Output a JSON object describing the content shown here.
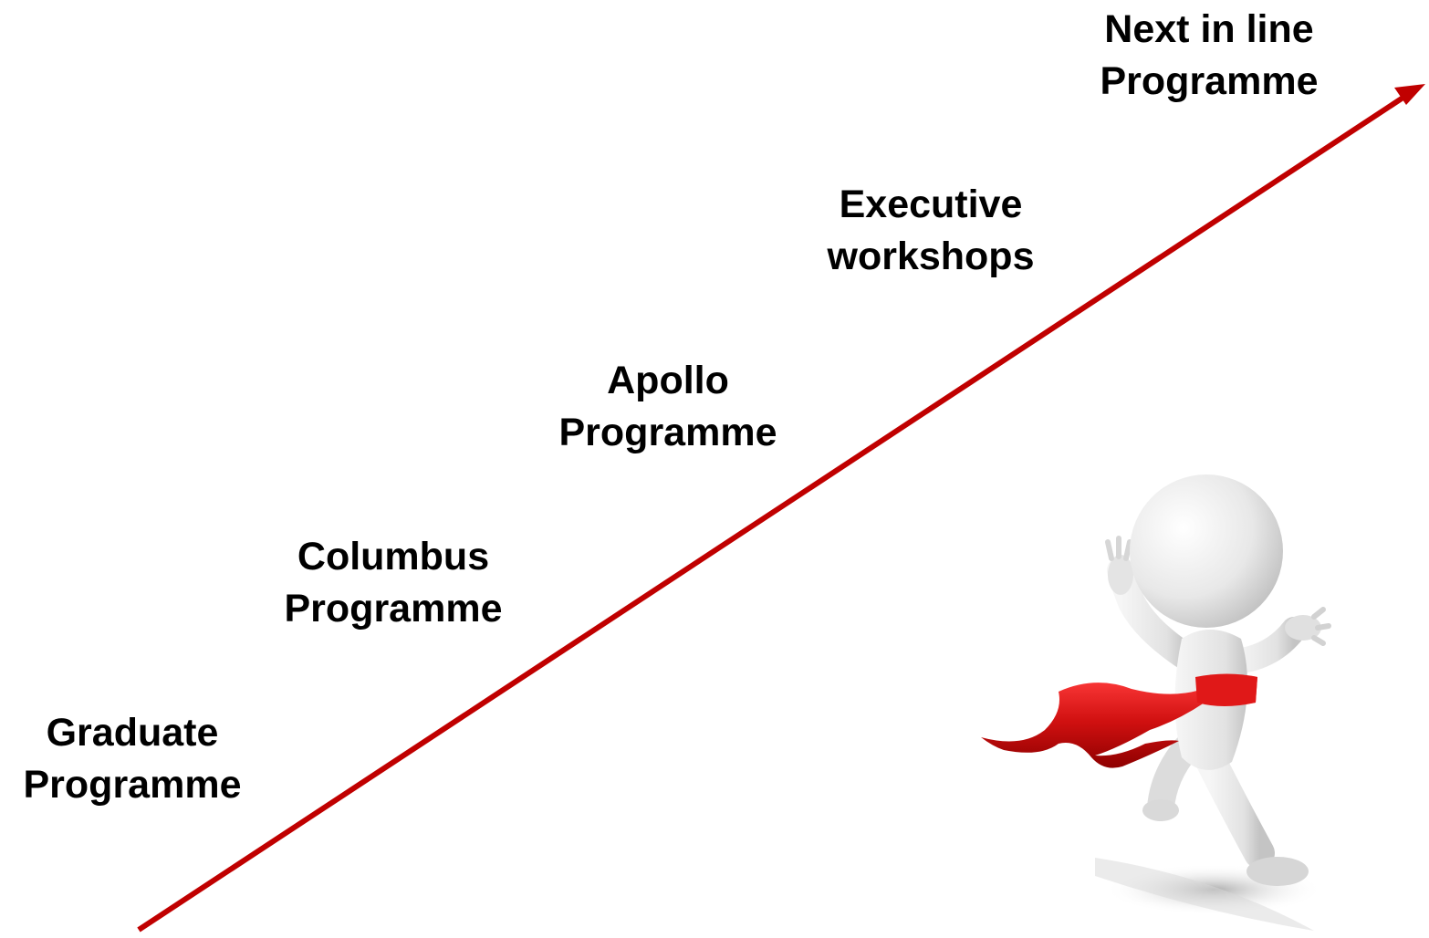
{
  "stages": [
    {
      "line1": "Graduate",
      "line2": "Programme"
    },
    {
      "line1": "Columbus",
      "line2": "Programme"
    },
    {
      "line1": "Apollo",
      "line2": "Programme"
    },
    {
      "line1": "Executive",
      "line2": "workshops"
    },
    {
      "line1": "Next in line",
      "line2": "Programme"
    }
  ],
  "colors": {
    "arrow": "#c00000",
    "ribbon": "#d01010",
    "figure": "#e6e6e6",
    "text": "#000000"
  },
  "illustration": {
    "subject": "running-figure-breaking-finish-tape-icon"
  }
}
